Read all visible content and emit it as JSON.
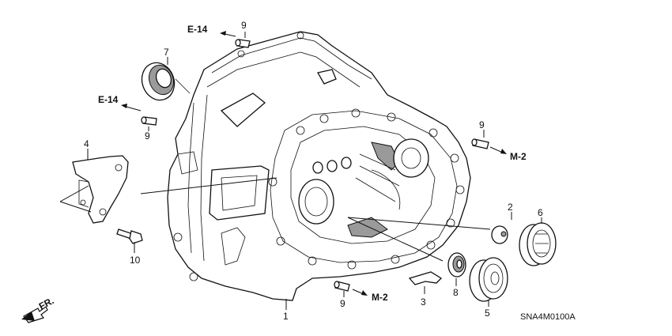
{
  "diagram": {
    "part_labels": {
      "p1": "1",
      "p2": "2",
      "p3": "3",
      "p4": "4",
      "p5": "5",
      "p6": "6",
      "p7": "7",
      "p8": "8",
      "p9a": "9",
      "p9b": "9",
      "p9c": "9",
      "p9d": "9",
      "p10": "10"
    },
    "refs": {
      "e14_top": "E-14",
      "e14_left": "E-14",
      "m2_right": "M-2",
      "m2_bottom": "M-2"
    },
    "front_label": "FR.",
    "diagram_code": "SNA4M0100A"
  }
}
